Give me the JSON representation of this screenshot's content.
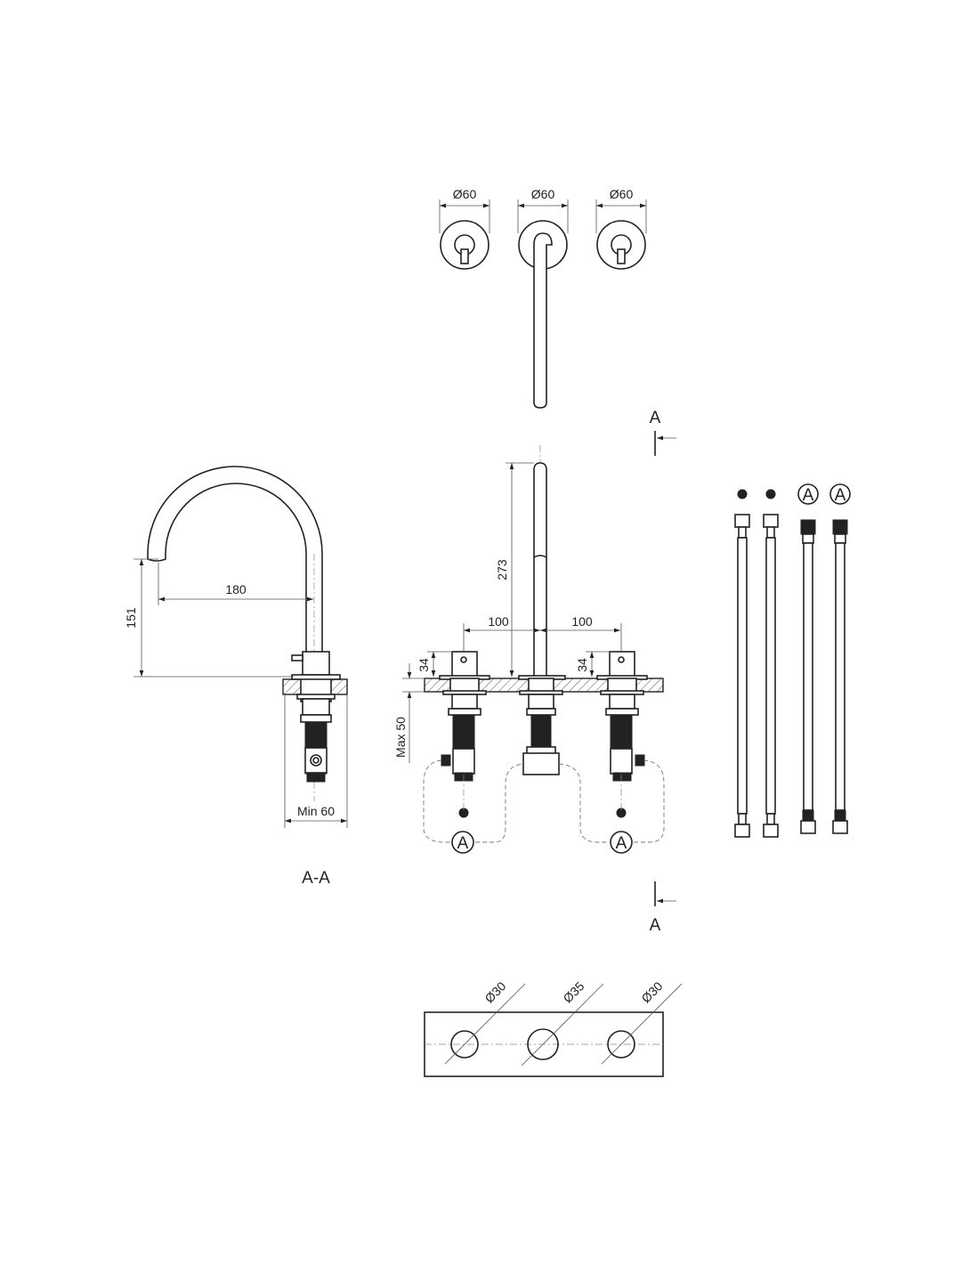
{
  "top_view": {
    "diameters": [
      "Ø60",
      "Ø60",
      "Ø60"
    ]
  },
  "section_marker": {
    "top": "A",
    "bottom": "A"
  },
  "side_view": {
    "title": "A-A",
    "height": "151",
    "reach": "180",
    "min_width": "Min 60"
  },
  "front_view": {
    "spout_height": "273",
    "spacing_left": "100",
    "spacing_right": "100",
    "handle_left": "34",
    "handle_right": "34",
    "max_deck": "Max 50",
    "connection_left": "A",
    "connection_right": "A"
  },
  "hoses": {
    "labels": [
      "A",
      "A"
    ]
  },
  "cutout": {
    "diameters": [
      "Ø30",
      "Ø35",
      "Ø30"
    ]
  }
}
